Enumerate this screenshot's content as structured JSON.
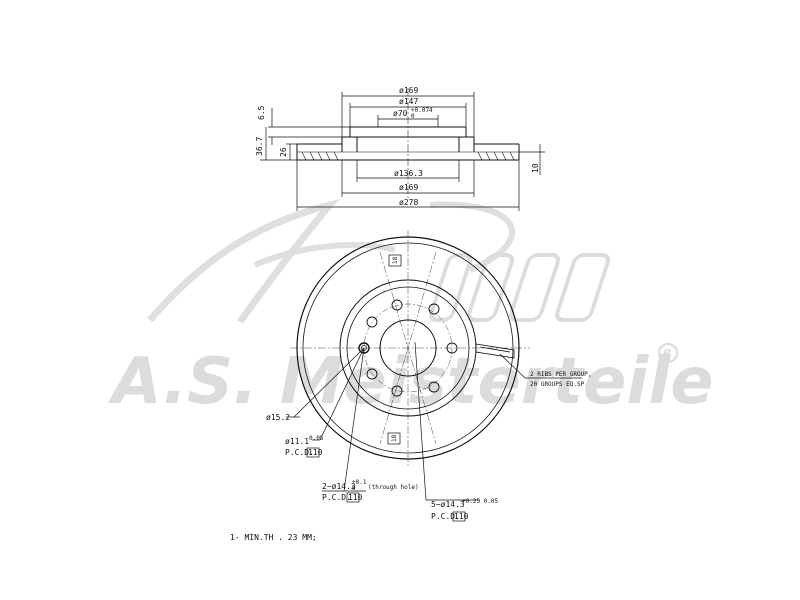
{
  "watermark": {
    "brand_text": "A.S. Meisterteile",
    "registered_mark": "R"
  },
  "section_view": {
    "dim_169_top": "ø169",
    "dim_147": "ø147",
    "dim_70": "ø70",
    "dim_70_tol_upper": "+0.074",
    "dim_70_tol_lower": "0",
    "dim_136_3": "ø136.3",
    "dim_169_bottom": "ø169",
    "dim_278": "ø278",
    "dim_6_5": "6.5",
    "dim_36_7": "36.7",
    "dim_26": "26",
    "dim_10": "10"
  },
  "front_view": {
    "dim_15_2": "ø15.2",
    "hole_11_1": "ø11.1",
    "hole_11_1_tol": "0.05",
    "pcd_label_1": "P.C.D.",
    "pcd_value_1": "110",
    "hole_14_3_2": "2−ø14.3",
    "hole_14_3_2_tol_upper": "+0.1",
    "hole_14_3_2_tol_lower": "0",
    "through_hole_note": "(through hole)",
    "pcd_label_2": "P.C.D.",
    "pcd_value_2": "110",
    "hole_14_3_5": "5−ø14.3",
    "hole_14_3_5_tol": "+0.25 0.05",
    "pcd_label_3": "P.C.D.",
    "pcd_value_3": "110",
    "angle_top": "18",
    "angle_bottom": "18",
    "ribs_note_line1": "2 RIBS PER GROUP,",
    "ribs_note_line2": "20 GROUPS EQ.SP"
  },
  "footnote": "1- MIN.TH . 23 MM;"
}
